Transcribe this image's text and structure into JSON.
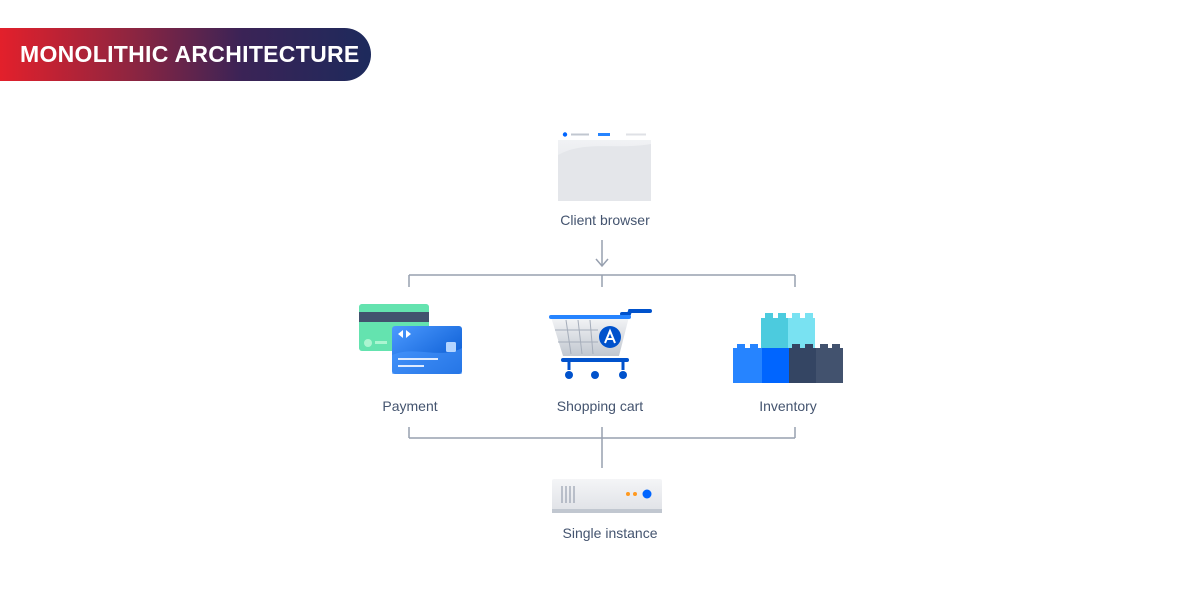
{
  "header": {
    "title": "MONOLITHIC ARCHITECTURE"
  },
  "diagram": {
    "nodes": {
      "client_browser": {
        "label": "Client browser",
        "icon": "browser-window-icon"
      },
      "payment": {
        "label": "Payment",
        "icon": "credit-cards-icon"
      },
      "shopping_cart": {
        "label": "Shopping cart",
        "icon": "shopping-cart-icon"
      },
      "inventory": {
        "label": "Inventory",
        "icon": "building-blocks-icon"
      },
      "single_instance": {
        "label": "Single instance",
        "icon": "server-icon"
      }
    },
    "edges": [
      {
        "from": "client_browser",
        "to": "payment"
      },
      {
        "from": "client_browser",
        "to": "shopping_cart"
      },
      {
        "from": "client_browser",
        "to": "inventory"
      },
      {
        "from": "payment",
        "to": "single_instance"
      },
      {
        "from": "shopping_cart",
        "to": "single_instance"
      },
      {
        "from": "inventory",
        "to": "single_instance"
      }
    ]
  },
  "colors": {
    "banner_start": "#e3202b",
    "banner_end": "#1d2a5c",
    "connector": "#97a0af",
    "label_text": "#44546f",
    "accent_blue": "#0065ff"
  }
}
